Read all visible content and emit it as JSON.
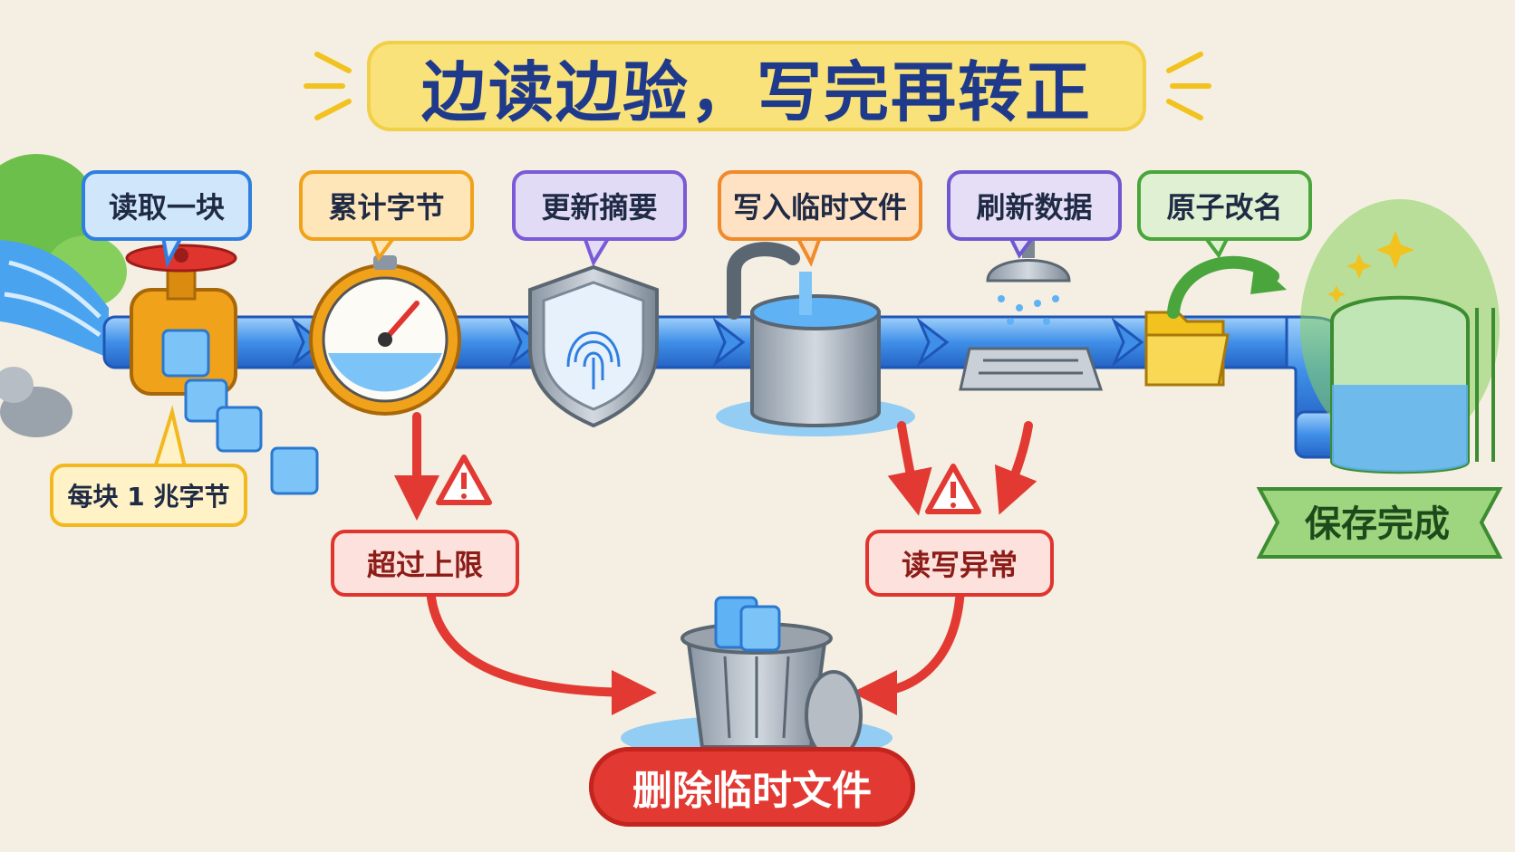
{
  "title": "边读边验，写完再转正",
  "steps": {
    "read_chunk": "读取一块",
    "count_bytes": "累计字节",
    "update_digest": "更新摘要",
    "write_temp": "写入临时文件",
    "flush_data": "刷新数据",
    "atomic_rename": "原子改名"
  },
  "chunk_note": "每块 1 兆字节",
  "errors": {
    "over_limit": "超过上限",
    "io_error": "读写异常"
  },
  "outcomes": {
    "save_done": "保存完成",
    "delete_temp": "删除临时文件"
  },
  "colors": {
    "pipe": "#3f8fe8",
    "water": "#5fb2f4",
    "error": "#e23a32",
    "success": "#4aa53c",
    "title": "#1f3a8a"
  },
  "icons": [
    "valve-icon",
    "pressure-gauge-icon",
    "fingerprint-shield-icon",
    "water-tank-icon",
    "shower-drain-icon",
    "folder-icon",
    "storage-tank-icon",
    "trash-can-icon",
    "warning-icon"
  ]
}
